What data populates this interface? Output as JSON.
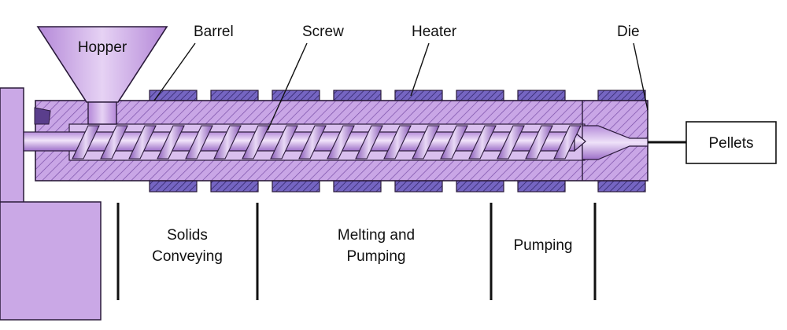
{
  "labels": {
    "hopper": "Hopper",
    "barrel": "Barrel",
    "screw": "Screw",
    "heater": "Heater",
    "die": "Die",
    "pellets": "Pellets"
  },
  "zones": {
    "solids_line1": "Solids",
    "solids_line2": "Conveying",
    "melting_line1": "Melting and",
    "melting_line2": "Pumping",
    "pumping": "Pumping"
  },
  "colors": {
    "purple_light": "#c9a6e6",
    "purple_mid": "#a77bd1",
    "purple_dark": "#5a3e8c",
    "heater_fill": "#6b5bb5",
    "outline": "#2a1a3a"
  }
}
